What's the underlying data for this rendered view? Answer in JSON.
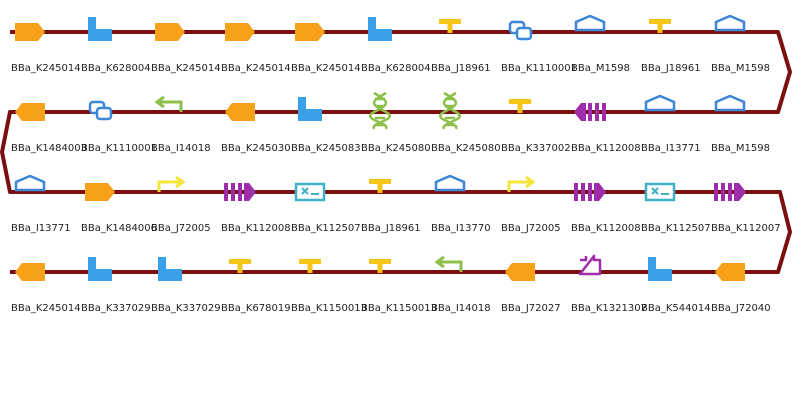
{
  "colors": {
    "backbone": "#7a0f0f",
    "cds": "#f7a11a",
    "rbs": "#3aa1e8",
    "terminator": "#f5c518",
    "protein_domain": "#3b86d6",
    "promoter_blue": "#3b86d6",
    "reverse_promoter": "#8dc04a",
    "forward_promoter": "#f5e43a",
    "tandem": "#8dc04a",
    "purple": "#9f2ca8",
    "cyan": "#3fb2c8"
  },
  "rows": [
    [
      {
        "id": "BBa_K245014",
        "icon": "cds-forward",
        "color": "cds"
      },
      {
        "id": "BBa_K628004",
        "icon": "rbs",
        "color": "rbs"
      },
      {
        "id": "BBa_K245014",
        "icon": "cds-forward",
        "color": "cds"
      },
      {
        "id": "BBa_K245014",
        "icon": "cds-forward",
        "color": "cds"
      },
      {
        "id": "BBa_K245014",
        "icon": "cds-forward",
        "color": "cds"
      },
      {
        "id": "BBa_K628004",
        "icon": "rbs",
        "color": "rbs"
      },
      {
        "id": "BBa_J18961",
        "icon": "terminator",
        "color": "terminator"
      },
      {
        "id": "BBa_K1110001",
        "icon": "protein-domain",
        "color": "protein_domain"
      },
      {
        "id": "BBa_M1598",
        "icon": "pentagon",
        "color": "promoter_blue"
      },
      {
        "id": "BBa_J18961",
        "icon": "terminator",
        "color": "terminator"
      },
      {
        "id": "BBa_M1598",
        "icon": "pentagon",
        "color": "promoter_blue"
      }
    ],
    [
      {
        "id": "BBa_K1484003",
        "icon": "cds-reverse",
        "color": "cds"
      },
      {
        "id": "BBa_K1110001",
        "icon": "protein-domain",
        "color": "protein_domain"
      },
      {
        "id": "BBa_I14018",
        "icon": "promoter-reverse",
        "color": "reverse_promoter"
      },
      {
        "id": "BBa_K245030",
        "icon": "cds-reverse",
        "color": "cds"
      },
      {
        "id": "BBa_K245083",
        "icon": "rbs",
        "color": "rbs"
      },
      {
        "id": "BBa_K245080",
        "icon": "dna-helix",
        "color": "tandem"
      },
      {
        "id": "BBa_K245080",
        "icon": "dna-helix",
        "color": "tandem"
      },
      {
        "id": "BBa_K337002",
        "icon": "terminator",
        "color": "terminator"
      },
      {
        "id": "BBa_K112008",
        "icon": "bars-reverse",
        "color": "purple"
      },
      {
        "id": "BBa_I13771",
        "icon": "pentagon",
        "color": "promoter_blue"
      },
      {
        "id": "BBa_M1598",
        "icon": "pentagon",
        "color": "promoter_blue"
      }
    ],
    [
      {
        "id": "BBa_I13771",
        "icon": "pentagon",
        "color": "promoter_blue"
      },
      {
        "id": "BBa_K1484006",
        "icon": "cds-forward",
        "color": "cds"
      },
      {
        "id": "BBa_J72005",
        "icon": "promoter-forward",
        "color": "forward_promoter"
      },
      {
        "id": "BBa_K112008",
        "icon": "bars-forward",
        "color": "purple"
      },
      {
        "id": "BBa_K112507",
        "icon": "box-x",
        "color": "cyan"
      },
      {
        "id": "BBa_J18961",
        "icon": "terminator",
        "color": "terminator"
      },
      {
        "id": "BBa_I13770",
        "icon": "pentagon",
        "color": "promoter_blue"
      },
      {
        "id": "BBa_J72005",
        "icon": "promoter-forward",
        "color": "forward_promoter"
      },
      {
        "id": "BBa_K112008",
        "icon": "bars-forward",
        "color": "purple"
      },
      {
        "id": "BBa_K112507",
        "icon": "box-x",
        "color": "cyan"
      },
      {
        "id": "BBa_K112007",
        "icon": "bars-forward",
        "color": "purple"
      }
    ],
    [
      {
        "id": "BBa_K245014",
        "icon": "cds-reverse",
        "color": "cds"
      },
      {
        "id": "BBa_K337029",
        "icon": "rbs",
        "color": "rbs"
      },
      {
        "id": "BBa_K337029",
        "icon": "rbs",
        "color": "rbs"
      },
      {
        "id": "BBa_K678019",
        "icon": "terminator",
        "color": "terminator"
      },
      {
        "id": "BBa_K1150013",
        "icon": "terminator",
        "color": "terminator"
      },
      {
        "id": "BBa_K1150013",
        "icon": "terminator",
        "color": "terminator"
      },
      {
        "id": "BBa_I14018",
        "icon": "promoter-reverse",
        "color": "reverse_promoter"
      },
      {
        "id": "BBa_J72027",
        "icon": "cds-reverse",
        "color": "cds"
      },
      {
        "id": "BBa_K1321307",
        "icon": "signature",
        "color": "purple"
      },
      {
        "id": "BBa_K544014",
        "icon": "rbs",
        "color": "rbs"
      },
      {
        "id": "BBa_J72040",
        "icon": "cds-reverse",
        "color": "cds"
      }
    ]
  ]
}
